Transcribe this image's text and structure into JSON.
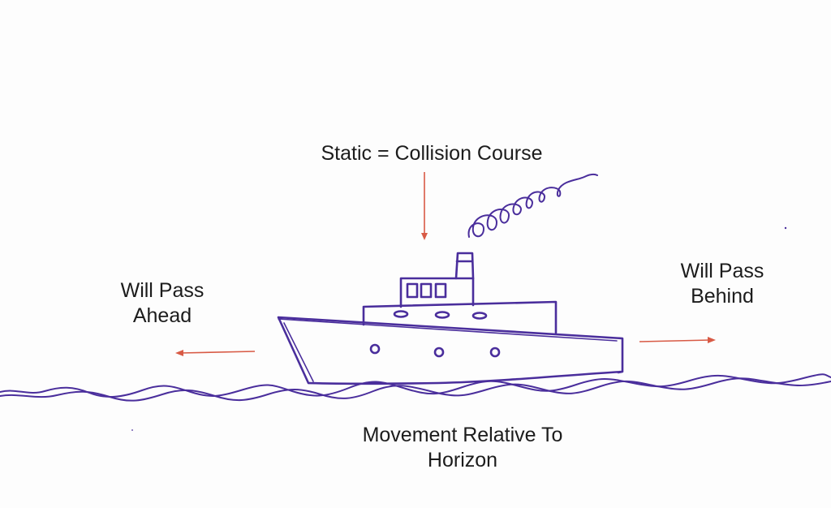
{
  "labels": {
    "static": "Static = Collision Course",
    "ahead": [
      "Will Pass",
      "Ahead"
    ],
    "behind": [
      "Will Pass",
      "Behind"
    ],
    "bottom": [
      "Movement Relative To",
      "Horizon"
    ]
  },
  "colors": {
    "ink": "#4a2e9c",
    "arrow": "#d85a45",
    "text": "#1c1c1c",
    "paper": "#fdfdfd"
  },
  "icons": [
    "ship-icon",
    "smoke-icon",
    "arrow-down-icon",
    "arrow-left-icon",
    "arrow-right-icon",
    "wave-line"
  ]
}
